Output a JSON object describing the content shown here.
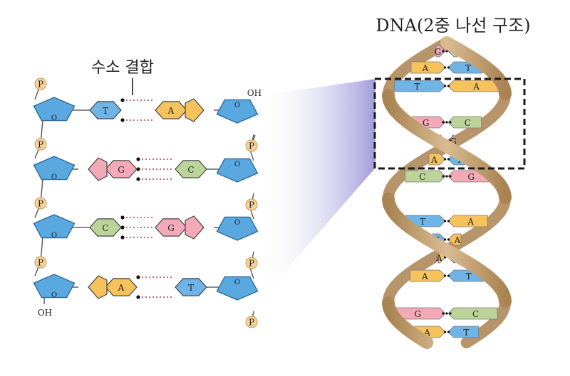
{
  "titles": {
    "dna_title": "DNA(2중 나선 구조)",
    "hbond_label": "수소 결합"
  },
  "ends": {
    "oh_top": "OH",
    "oh_bottom": "OH"
  },
  "phosphate_label": "P",
  "ladder": [
    {
      "left": "T",
      "right": "A"
    },
    {
      "left": "G",
      "right": "C"
    },
    {
      "left": "C",
      "right": "G"
    },
    {
      "left": "A",
      "right": "T"
    }
  ],
  "helix_pairs": [
    {
      "left": "G",
      "right": "C"
    },
    {
      "left": "A",
      "right": "T"
    },
    {
      "left": "T",
      "right": "A"
    },
    {
      "left": "G",
      "right": "C"
    },
    {
      "left": "C",
      "right": "G"
    },
    {
      "left": "A",
      "right": "T"
    },
    {
      "left": "C",
      "right": "G"
    },
    {
      "left": "T",
      "right": "A"
    },
    {
      "left": "T",
      "right": "A"
    },
    {
      "left": "A",
      "right": "T"
    },
    {
      "left": "A",
      "right": "T"
    },
    {
      "left": "G",
      "right": "C"
    },
    {
      "left": "A",
      "right": "T"
    }
  ],
  "colors": {
    "A": "#f6c25c",
    "T": "#6fb4e6",
    "G": "#f3a9b7",
    "C": "#bcd49a",
    "sugar": "#5aa8e0",
    "phosphate": "#f7d29a",
    "backbone": "#c9a57a",
    "bond": "#b23a4e",
    "zoom": "#b9b6e3"
  }
}
